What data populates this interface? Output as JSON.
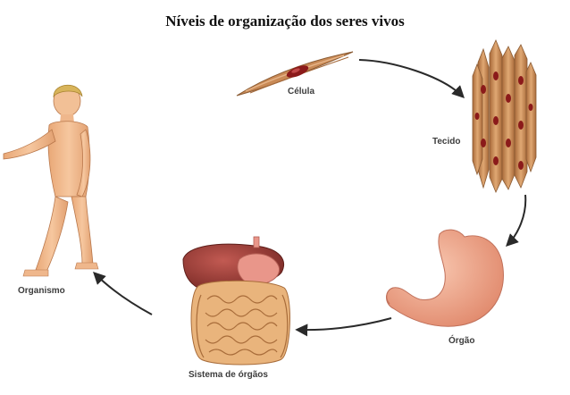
{
  "title": "Níveis de organização dos seres vivos",
  "levels": {
    "cell": "Célula",
    "tissue": "Tecido",
    "organ": "Órgão",
    "organ_system": "Sistema de órgãos",
    "organism": "Organismo"
  },
  "colors": {
    "arrow": "#2a2a2a",
    "cell_body": "#c98a56",
    "nucleus": "#8b1a1a",
    "liver": "#a0403a",
    "intestine": "#e9b47c",
    "stomach": "#f0a58c",
    "skin": "#f0b88a"
  }
}
